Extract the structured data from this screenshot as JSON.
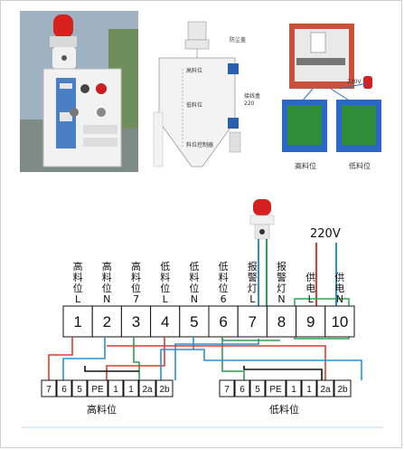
{
  "photos": {
    "middle_labels": {
      "top_right": "防尘盖",
      "right": "接线盒",
      "mid_a": "高料位",
      "mid_b": "低料位",
      "mid_c": "料位控制器",
      "voltage": "220"
    },
    "right_labels": {
      "voltage": "220V",
      "high": "高料位",
      "low": "低料位"
    }
  },
  "wiring": {
    "power_label": "220V",
    "terminal_labels": [
      [
        "高",
        "料",
        "位",
        "L"
      ],
      [
        "高",
        "料",
        "位",
        "N"
      ],
      [
        "高",
        "料",
        "位",
        "7"
      ],
      [
        "低",
        "料",
        "位",
        "L"
      ],
      [
        "低",
        "料",
        "位",
        "N"
      ],
      [
        "低",
        "料",
        "位",
        "6"
      ],
      [
        "报",
        "警",
        "灯",
        "L"
      ],
      [
        "报",
        "警",
        "灯",
        "N"
      ],
      [
        "供",
        "电",
        "L"
      ],
      [
        "供",
        "电",
        "N"
      ]
    ],
    "terminals": [
      "1",
      "2",
      "3",
      "4",
      "5",
      "6",
      "7",
      "8",
      "9",
      "10"
    ],
    "sensor_high": {
      "label": "高料位",
      "terminals": [
        "7",
        "6",
        "5",
        "PE",
        "1",
        "1",
        "2a",
        "2b"
      ]
    },
    "sensor_low": {
      "label": "低料位",
      "terminals": [
        "7",
        "6",
        "5",
        "PE",
        "1",
        "1",
        "2a",
        "2b"
      ]
    }
  },
  "colors": {
    "red_wire": "#e03a2f",
    "blue_wire": "#2a8fd8",
    "green_wire": "#2e9e4e",
    "box_green": "#2aa84a"
  }
}
